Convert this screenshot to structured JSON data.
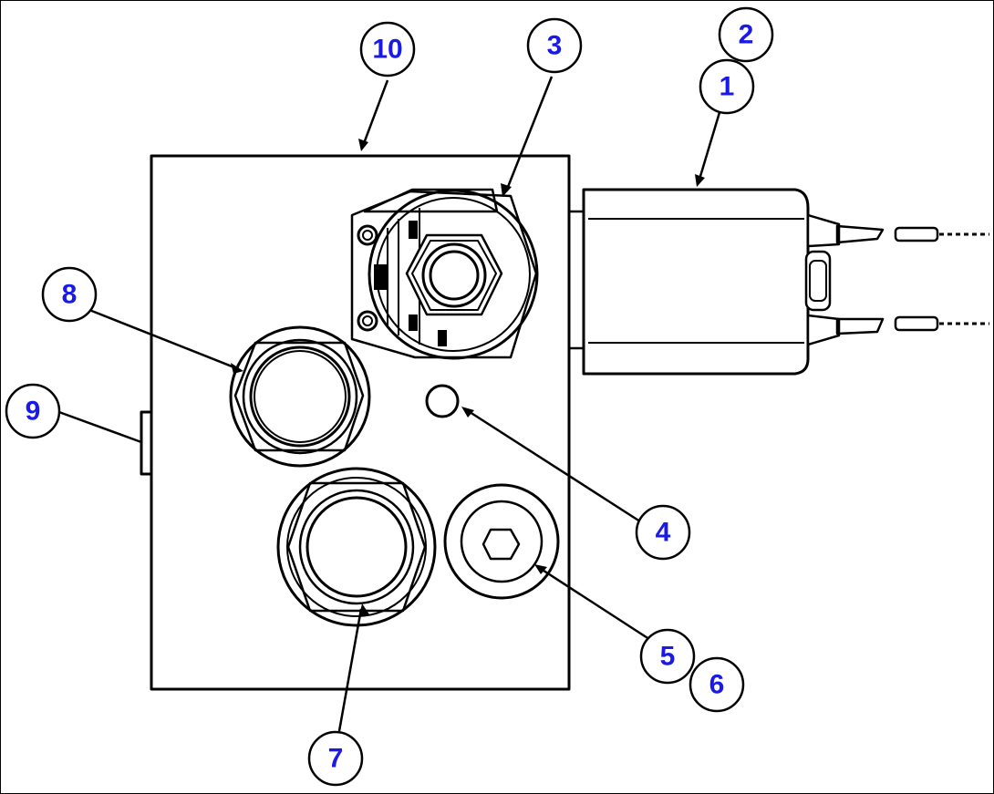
{
  "diagram": {
    "callout_color": "#1a1ae6",
    "line_color": "#000000",
    "callouts": [
      {
        "id": "1",
        "label": "1"
      },
      {
        "id": "2",
        "label": "2"
      },
      {
        "id": "3",
        "label": "3"
      },
      {
        "id": "4",
        "label": "4"
      },
      {
        "id": "5",
        "label": "5"
      },
      {
        "id": "6",
        "label": "6"
      },
      {
        "id": "7",
        "label": "7"
      },
      {
        "id": "8",
        "label": "8"
      },
      {
        "id": "9",
        "label": "9"
      },
      {
        "id": "10",
        "label": "10"
      }
    ]
  }
}
